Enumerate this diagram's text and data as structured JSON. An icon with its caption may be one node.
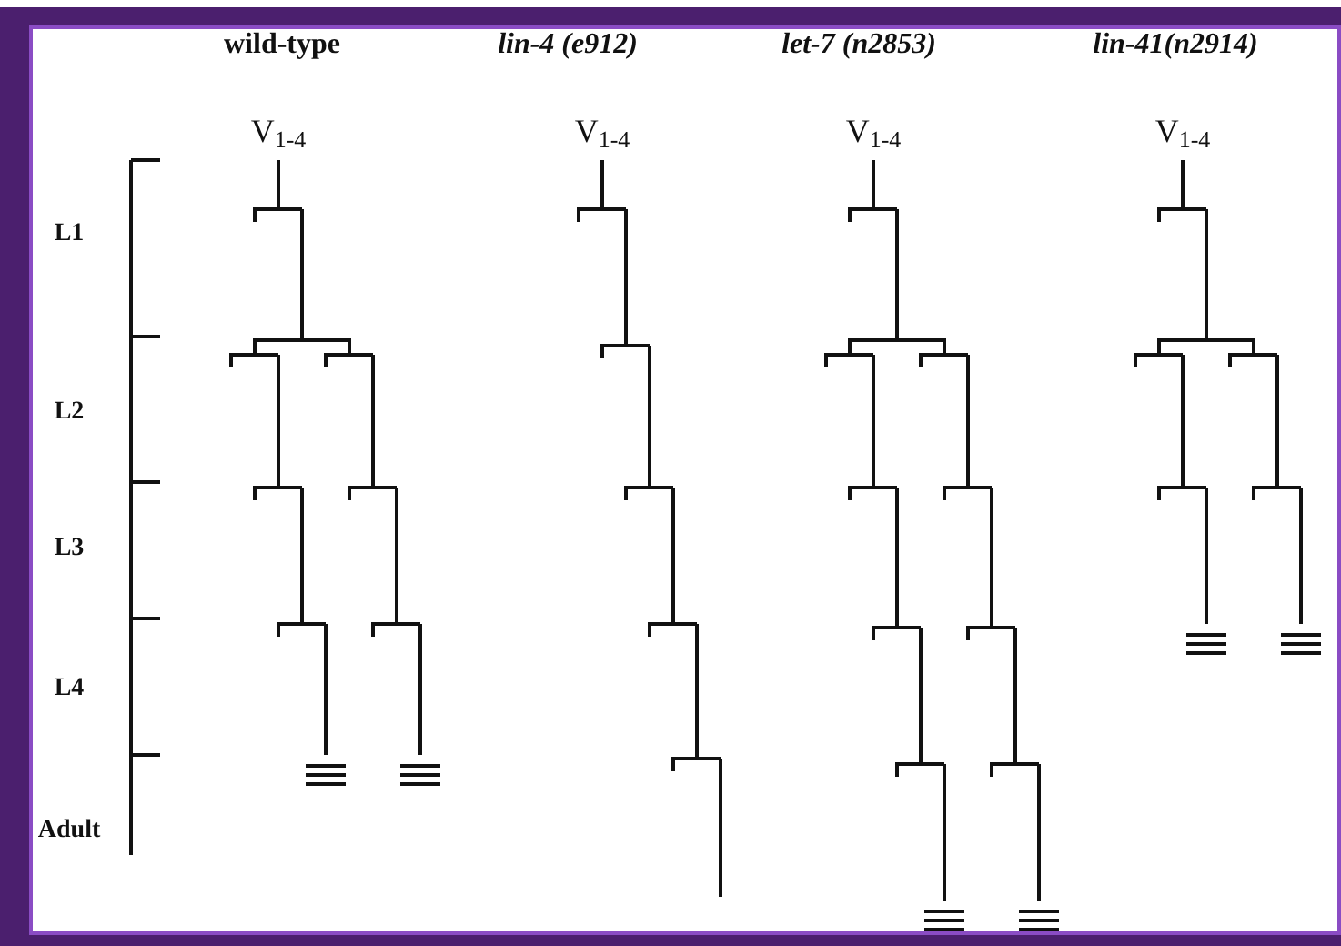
{
  "diagram": {
    "labels": [
      "wild-type",
      "lin-4 (e912)",
      "let-7 (n2853)",
      "lin-41(n2914)",
      "V$_{1-4}$",
      "V$_{1-4}$",
      "V$_{1-4}$",
      "V$_{1-4}$",
      "L1",
      "L2",
      "L3",
      "L4",
      "Adult"
    ]
  }
}
